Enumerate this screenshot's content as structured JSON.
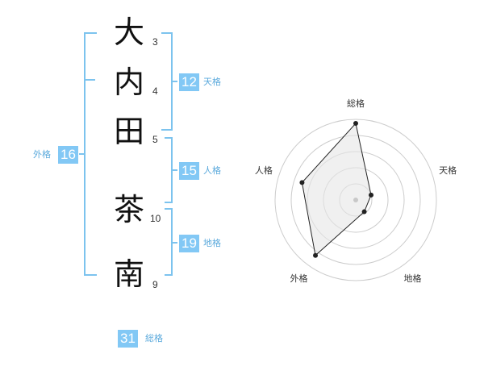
{
  "name": {
    "chars": [
      {
        "char": "大",
        "strokes": "3"
      },
      {
        "char": "内",
        "strokes": "4"
      },
      {
        "char": "田",
        "strokes": "5"
      },
      {
        "char": "茶",
        "strokes": "10"
      },
      {
        "char": "南",
        "strokes": "9"
      }
    ]
  },
  "kakusu": {
    "tenkaku": {
      "value": "12",
      "label": "天格"
    },
    "jinkaku": {
      "value": "15",
      "label": "人格"
    },
    "chikaku": {
      "value": "19",
      "label": "地格"
    },
    "gaikaku": {
      "value": "16",
      "label": "外格"
    },
    "soukaku": {
      "value": "31",
      "label": "総格"
    }
  },
  "colors": {
    "accent": "#82c8f5",
    "bracket": "#7cc3ee",
    "grid": "#cccccc",
    "fill": "#e6e6e6",
    "line": "#222222"
  },
  "chart_data": {
    "type": "radar",
    "axes": [
      "総格",
      "天格",
      "地格",
      "外格",
      "人格"
    ],
    "values": [
      0.95,
      0.2,
      0.18,
      0.85,
      0.7
    ],
    "rlim": [
      0,
      1
    ],
    "rings": 5
  }
}
